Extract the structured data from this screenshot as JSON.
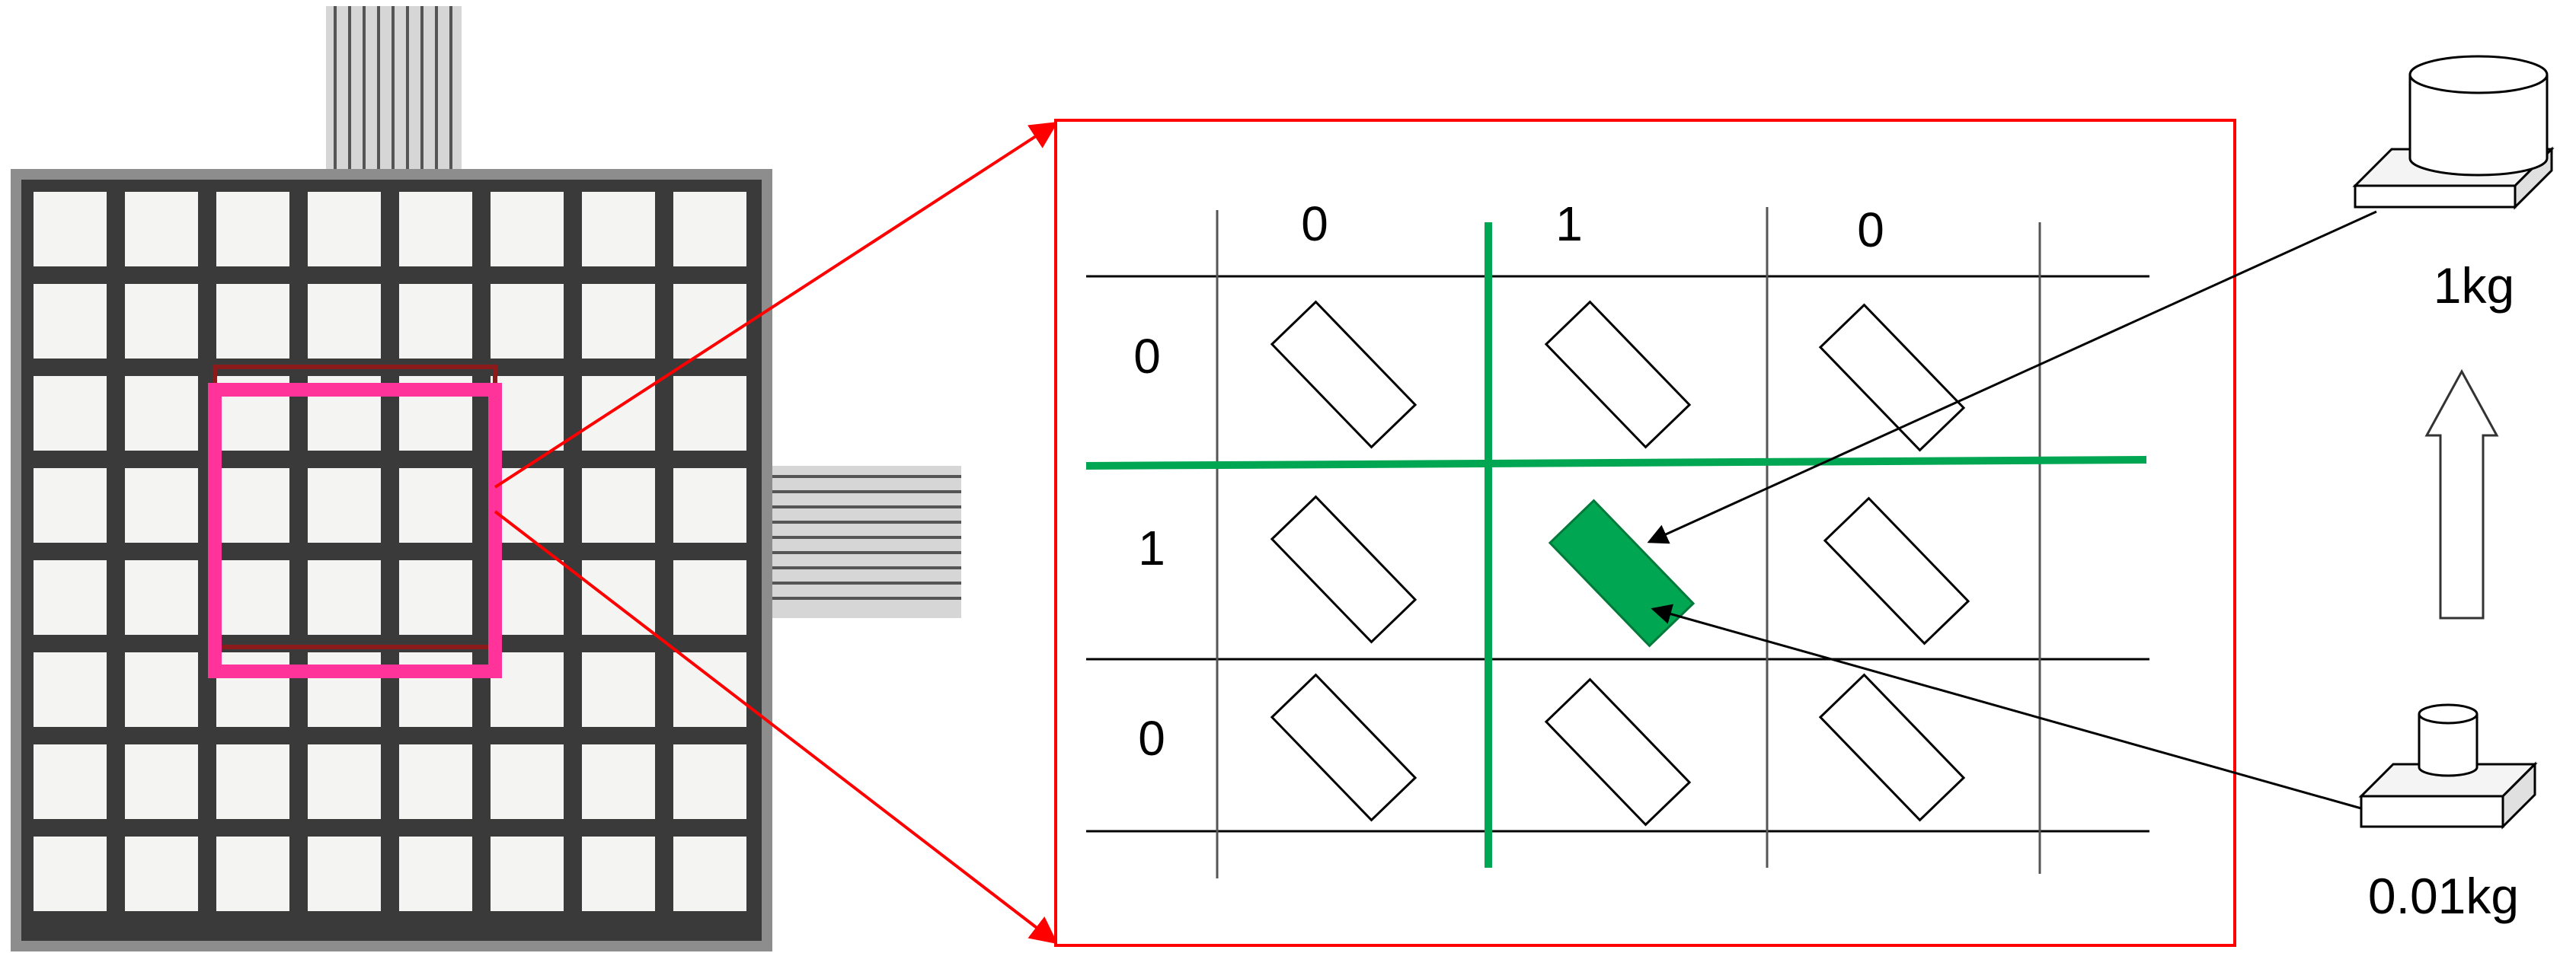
{
  "columns": [
    "0",
    "1",
    "0"
  ],
  "rows": [
    "0",
    "1",
    "0"
  ],
  "weights": {
    "heavy": "1kg",
    "light": "0.01kg"
  },
  "colors": {
    "highlight_green": "#00a651",
    "zoom_red": "#ff0000",
    "selection_pink": "#ff3399",
    "sensor_dark": "#2b2b2b",
    "pad_light": "#f4f4f2"
  }
}
